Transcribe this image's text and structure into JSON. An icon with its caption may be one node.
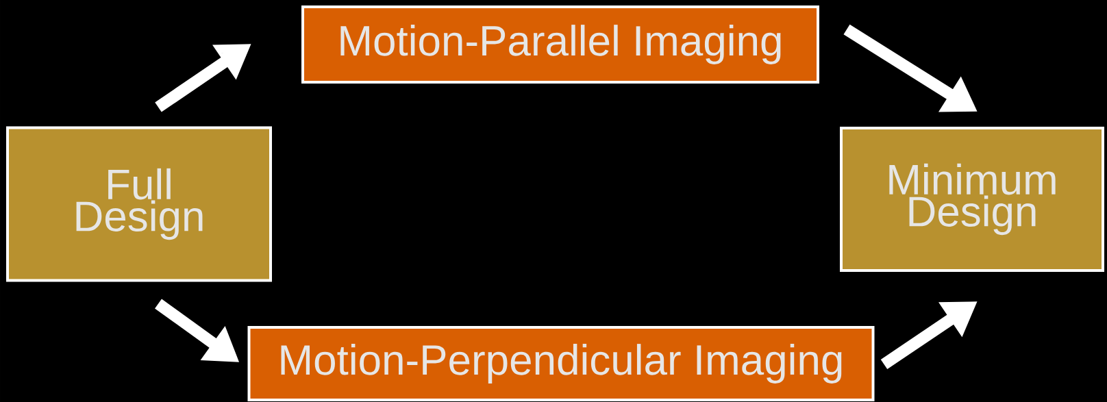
{
  "diagram": {
    "nodes": [
      {
        "text": [
          "Full Design"
        ]
      },
      {
        "text": [
          "Motion-Parallel Imaging"
        ]
      },
      {
        "text": [
          "Minimum Design"
        ]
      },
      {
        "text": [
          "Motion-Perpendicular Imaging"
        ]
      }
    ],
    "edges": [
      {
        "from": 0,
        "to": 1,
        "arrow": "to"
      },
      {
        "from": 1,
        "to": 2,
        "arrow": "to"
      },
      {
        "from": 0,
        "to": 3,
        "arrow": "to"
      },
      {
        "from": 3,
        "to": 2,
        "arrow": "to"
      }
    ]
  }
}
